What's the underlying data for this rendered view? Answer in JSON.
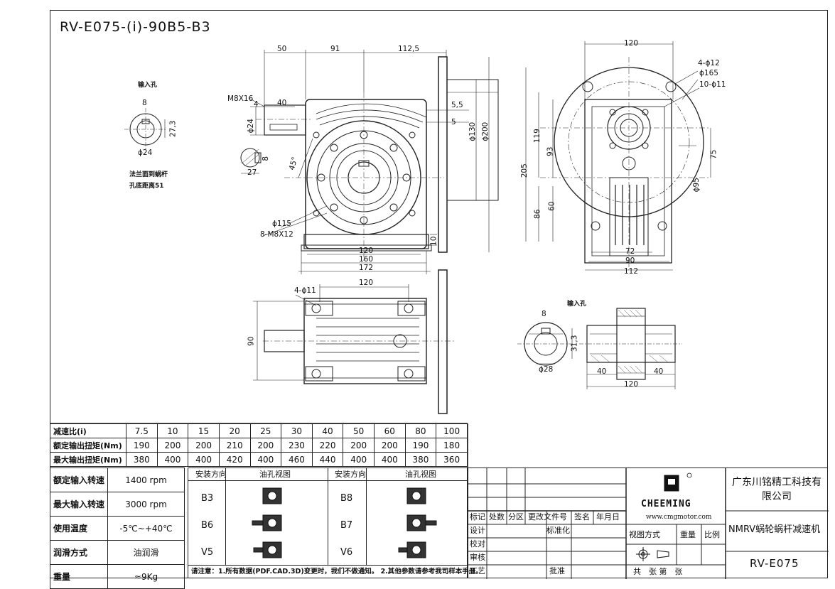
{
  "title": "RV-E075-(i)-90B5-B3",
  "dims": {
    "d50": "50",
    "d91": "91",
    "d1125": "112,5",
    "m8x16": "M8X16",
    "d4": "4",
    "d40": "40",
    "phi24": "ϕ24",
    "d55": "5,5",
    "d5": "5",
    "phi130": "ϕ130",
    "phi200": "ϕ200",
    "deg45": "45°",
    "phi115": "ϕ115",
    "m8x12": "8-M8X12",
    "d10": "10",
    "d120": "120",
    "d160": "160",
    "d172": "172",
    "r120": "120",
    "h4phi12": "4-ϕ12",
    "phi165": "ϕ165",
    "h10phi11": "10-ϕ11",
    "d119": "119",
    "d93": "93",
    "d205": "205",
    "d75": "75",
    "phi95": "ϕ95",
    "d86": "86",
    "d60": "60",
    "d72": "72",
    "d90": "90",
    "d112": "112",
    "b4phi11": "4-ϕ11",
    "b120": "120",
    "b90": "90",
    "in_label": "输入孔",
    "in8": "8",
    "in273": "27,3",
    "inphi24": "ϕ24",
    "k8": "8",
    "k27": "27",
    "note1": "法兰面到蜗杆",
    "note2": "孔底距离51",
    "out_label": "输入孔",
    "o8": "8",
    "o313": "31,3",
    "ophi28": "ϕ28",
    "o40a": "40",
    "o40b": "40",
    "o120": "120"
  },
  "ratio_table": {
    "rows": [
      {
        "label": "减速比(i)",
        "values": [
          "7.5",
          "10",
          "15",
          "20",
          "25",
          "30",
          "40",
          "50",
          "60",
          "80",
          "100"
        ]
      },
      {
        "label": "额定输出扭矩(Nm)",
        "values": [
          "190",
          "200",
          "200",
          "210",
          "200",
          "230",
          "220",
          "200",
          "200",
          "190",
          "180"
        ]
      },
      {
        "label": "最大输出扭矩(Nm)",
        "values": [
          "380",
          "400",
          "400",
          "420",
          "400",
          "460",
          "440",
          "400",
          "400",
          "380",
          "360"
        ]
      }
    ]
  },
  "specs": [
    {
      "label": "额定输入转速",
      "value": "1400 rpm"
    },
    {
      "label": "最大输入转速",
      "value": "3000 rpm"
    },
    {
      "label": "使用温度",
      "value": "-5℃~+40℃"
    },
    {
      "label": "润滑方式",
      "value": "油润滑"
    },
    {
      "label": "重量",
      "value": "≈9Kg"
    }
  ],
  "mounting": {
    "head_dir": "安装方向",
    "head_view": "油孔视图",
    "left": [
      "B3",
      "B6",
      "V5"
    ],
    "right": [
      "B8",
      "B7",
      "V6"
    ],
    "note": "请注意：1.所有数据(PDF.CAD.3D)变更时，我们不做通知。 2.其他参数请参考我司样本手册。"
  },
  "title_block": {
    "rev_headers": [
      "标记",
      "处数",
      "分区",
      "更改文件号",
      "签名",
      "年月日"
    ],
    "design": "设计",
    "standard": "标准化",
    "check": "校对",
    "review": "审核",
    "process": "工艺",
    "approve": "批准",
    "brand": "CHEEMING",
    "website": "www.cmgmotor.com",
    "view_mode": "视图方式",
    "weight": "重量",
    "scale": "比例",
    "sheets": "共　张 第　张",
    "company": "广东川铭精工科技有限公司",
    "product": "NMRV蜗轮蜗杆减速机",
    "model": "RV-E075"
  }
}
